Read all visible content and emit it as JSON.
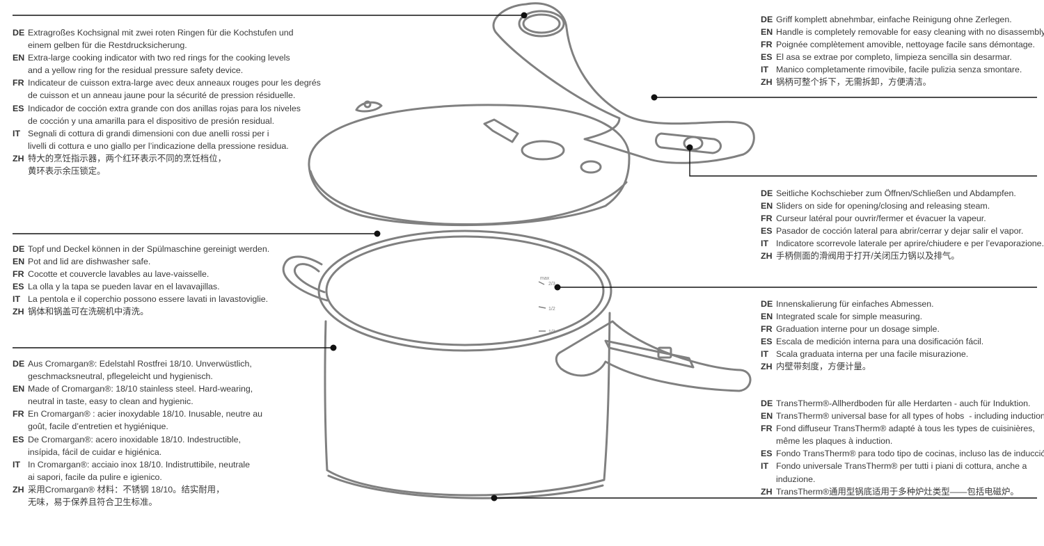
{
  "diagram": {
    "scale_labels": [
      "max",
      "2/3",
      "1/2",
      "1/3"
    ],
    "callouts": [
      {
        "id": "indicator",
        "lines": [
          {
            "lang": "DE",
            "text": "Extragroßes Kochsignal mit zwei roten Ringen für die Kochstufen und"
          },
          {
            "lang": "",
            "text": "einem gelben für die Restdrucksicherung."
          },
          {
            "lang": "EN",
            "text": "Extra-large cooking indicator with two red rings for the cooking levels"
          },
          {
            "lang": "",
            "text": "and a yellow ring for the residual pressure safety device."
          },
          {
            "lang": "FR",
            "text": "Indicateur de cuisson extra-large avec deux anneaux rouges pour les degrés"
          },
          {
            "lang": "",
            "text": "de cuisson et un anneau jaune pour la sécurité de pression résiduelle."
          },
          {
            "lang": "ES",
            "text": "Indicador de cocción extra grande con dos anillas rojas para los niveles"
          },
          {
            "lang": "",
            "text": "de cocción y una amarilla para el dispositivo de presión residual."
          },
          {
            "lang": "IT",
            "text": "Segnali di cottura di grandi dimensioni con due anelli rossi per i"
          },
          {
            "lang": "",
            "text": "livelli di cottura e uno giallo per l’indicazione della pressione residua."
          },
          {
            "lang": "ZH",
            "text": "特大的烹饪指示器，两个红环表示不同的烹饪档位，"
          },
          {
            "lang": "",
            "text": "黄环表示余压锁定。"
          }
        ]
      },
      {
        "id": "dishwasher",
        "lines": [
          {
            "lang": "DE",
            "text": "Topf und Deckel können in der Spülmaschine gereinigt werden."
          },
          {
            "lang": "EN",
            "text": "Pot and lid are dishwasher safe."
          },
          {
            "lang": "FR",
            "text": "Cocotte et couvercle lavables au lave-vaisselle."
          },
          {
            "lang": "ES",
            "text": "La olla y la tapa se pueden lavar en el lavavajillas."
          },
          {
            "lang": "IT",
            "text": "La pentola e il coperchio possono essere lavati in lavastoviglie."
          },
          {
            "lang": "ZH",
            "text": "锅体和锅盖可在洗碗机中清洗。"
          }
        ]
      },
      {
        "id": "material",
        "lines": [
          {
            "lang": "DE",
            "text": "Aus Cromargan®: Edelstahl Rostfrei 18/10. Unverwüstlich,"
          },
          {
            "lang": "",
            "text": "geschmacksneutral, pflegeleicht und hygienisch."
          },
          {
            "lang": "EN",
            "text": "Made of Cromargan®: 18/10 stainless steel. Hard-wearing,"
          },
          {
            "lang": "",
            "text": "neutral in taste, easy to clean and hygienic."
          },
          {
            "lang": "FR",
            "text": "En Cromargan® : acier inoxydable 18/10. Inusable, neutre au"
          },
          {
            "lang": "",
            "text": "goût, facile d’entretien et hygiénique."
          },
          {
            "lang": "ES",
            "text": "De Cromargan®: acero inoxidable 18/10. Indestructible,"
          },
          {
            "lang": "",
            "text": "insípida, fácil de cuidar e higiénica."
          },
          {
            "lang": "IT",
            "text": "In Cromargan®: acciaio inox 18/10. Indistruttibile, neutrale"
          },
          {
            "lang": "",
            "text": "ai sapori, facile da pulire e igienico."
          },
          {
            "lang": "ZH",
            "text": "采用Cromargan® 材料：不锈钢 18/10。结实耐用，"
          },
          {
            "lang": "",
            "text": "无味，易于保养且符合卫生标准。"
          }
        ]
      },
      {
        "id": "handle",
        "lines": [
          {
            "lang": "DE",
            "text": "Griff komplett abnehmbar, einfache Reinigung ohne Zerlegen."
          },
          {
            "lang": "EN",
            "text": "Handle is completely removable for easy cleaning with no disassembly."
          },
          {
            "lang": "FR",
            "text": "Poignée complètement amovible, nettoyage facile sans démontage."
          },
          {
            "lang": "ES",
            "text": "El asa se extrae por completo, limpieza sencilla sin desarmar."
          },
          {
            "lang": "IT",
            "text": "Manico completamente rimovibile, facile pulizia senza smontare."
          },
          {
            "lang": "ZH",
            "text": "锅柄可整个拆下，无需拆卸，方便清洁。"
          }
        ]
      },
      {
        "id": "sliders",
        "lines": [
          {
            "lang": "DE",
            "text": "Seitliche Kochschieber zum Öffnen/Schließen und Abdampfen."
          },
          {
            "lang": "EN",
            "text": "Sliders on side for opening/closing and releasing steam."
          },
          {
            "lang": "FR",
            "text": "Curseur latéral pour ouvrir/fermer et évacuer la vapeur."
          },
          {
            "lang": "ES",
            "text": "Pasador de cocción lateral para abrir/cerrar y dejar salir el vapor."
          },
          {
            "lang": "IT",
            "text": "Indicatore scorrevole laterale per aprire/chiudere e per l’evaporazione."
          },
          {
            "lang": "ZH",
            "text": "手柄侧面的滑阀用于打开/关闭压力锅以及排气。"
          }
        ]
      },
      {
        "id": "scale",
        "lines": [
          {
            "lang": "DE",
            "text": "Innenskalierung für einfaches Abmessen."
          },
          {
            "lang": "EN",
            "text": "Integrated scale for simple measuring."
          },
          {
            "lang": "FR",
            "text": "Graduation interne pour un dosage simple."
          },
          {
            "lang": "ES",
            "text": "Escala de medición interna para una dosificación fácil."
          },
          {
            "lang": "IT",
            "text": "Scala graduata interna per una facile misurazione."
          },
          {
            "lang": "ZH",
            "text": "内壁带刻度，方便计量。"
          }
        ]
      },
      {
        "id": "base",
        "lines": [
          {
            "lang": "DE",
            "text": "TransTherm®-Allherdboden für alle Herdarten - auch für Induktion."
          },
          {
            "lang": "EN",
            "text": "TransTherm® universal base for all types of hobs  - including induction."
          },
          {
            "lang": "FR",
            "text": "Fond diffuseur TransTherm® adapté à tous les types de cuisinières,"
          },
          {
            "lang": "",
            "text": "même les plaques à induction."
          },
          {
            "lang": "ES",
            "text": "Fondo TransTherm® para todo tipo de cocinas, incluso las de inducción."
          },
          {
            "lang": "IT",
            "text": "Fondo universale TransTherm® per tutti i piani di cottura, anche a"
          },
          {
            "lang": "",
            "text": "induzione."
          },
          {
            "lang": "ZH",
            "text": "TransTherm®通用型锅底适用于多种炉灶类型——包括电磁炉。"
          }
        ]
      }
    ]
  }
}
